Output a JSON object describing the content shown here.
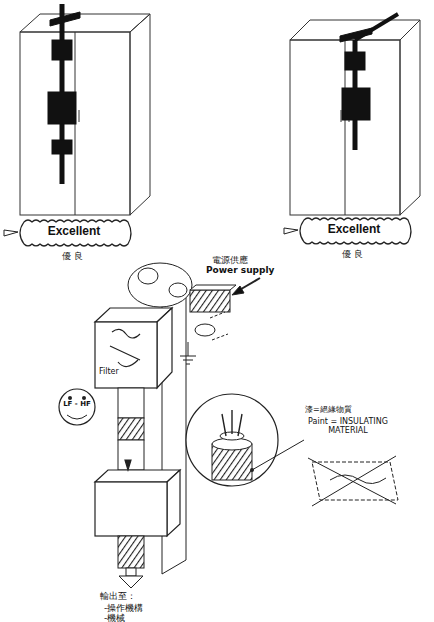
{
  "diagram": {
    "nodes": [
      {
        "text": [
          "Excellent",
          "優良"
        ]
      },
      {
        "text": [
          "Excellent",
          "優良"
        ]
      },
      {
        "text": [
          "Filter"
        ]
      },
      {
        "text": [
          "LF - HF"
        ]
      }
    ],
    "labels": [
      "電源供應",
      "Power supply",
      "漆=絕緣物質",
      "Paint = INSULATING MATERIAL",
      "輸出至：",
      "-操作機構",
      "-機械"
    ]
  }
}
